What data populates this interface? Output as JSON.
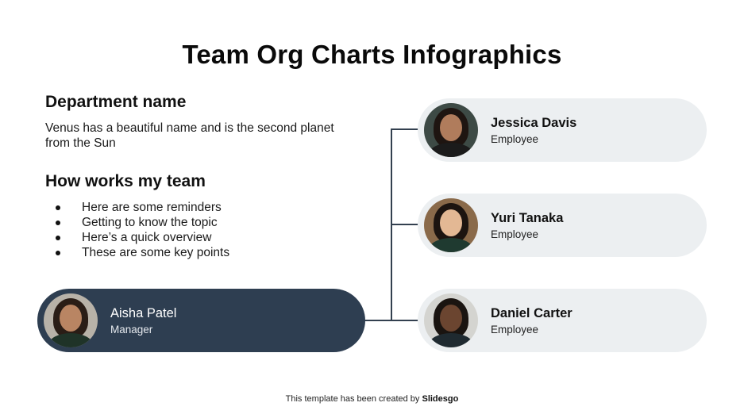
{
  "slide": {
    "title": "Team Org Charts Infographics",
    "department": {
      "heading": "Department name",
      "description": "Venus has a beautiful name and is the second planet from the Sun"
    },
    "team": {
      "heading": "How works my team",
      "items": [
        "Here are some reminders",
        "Getting to know the topic",
        "Here’s a quick overview",
        "These are some key points"
      ]
    },
    "manager": {
      "name": "Aisha Patel",
      "role": "Manager",
      "avatar_icon": "person-photo-icon"
    },
    "employees": [
      {
        "name": "Jessica Davis",
        "role": "Employee",
        "avatar_icon": "person-photo-icon"
      },
      {
        "name": "Yuri Tanaka",
        "role": "Employee",
        "avatar_icon": "person-photo-icon"
      },
      {
        "name": "Daniel Carter",
        "role": "Employee",
        "avatar_icon": "person-photo-icon"
      }
    ],
    "footer": {
      "prefix": "This template has been created by ",
      "brand": "Slidesgo"
    }
  },
  "colors": {
    "manager_fill": "#2e3e51",
    "employee_fill": "#eceff1",
    "connector": "#33404f",
    "text": "#111111"
  }
}
